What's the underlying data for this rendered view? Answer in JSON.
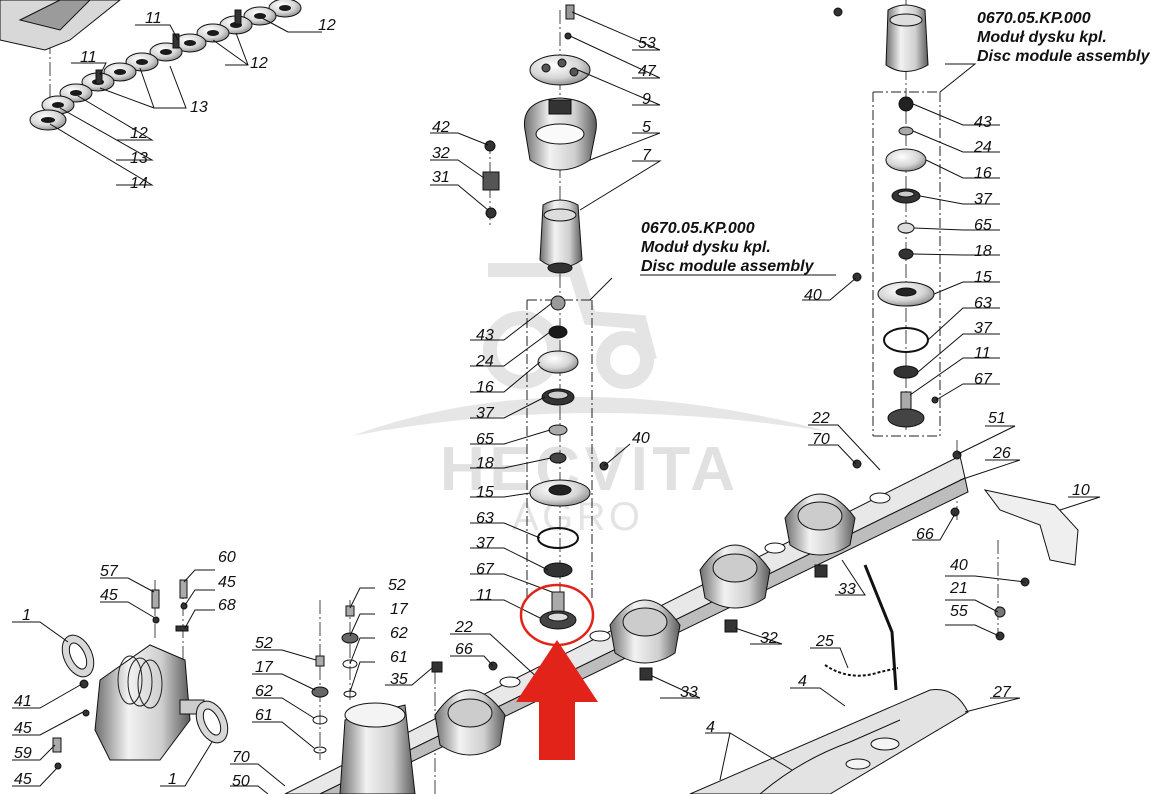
{
  "watermark": {
    "brand_line_1": "HECVITA",
    "brand_line_2": "AGRO",
    "color": "#c9c9c9"
  },
  "captions": {
    "center": [
      "0670.05.KP.000",
      "Moduł dysku kpl.",
      "Disc module assembly"
    ],
    "right": [
      "0670.05.KP.000",
      "Moduł dysku kpl.",
      "Disc module assembly"
    ]
  },
  "highlight": {
    "color": "#e2231a",
    "circled_part": "11"
  },
  "part_labels": [
    {
      "id": "L1",
      "text": "11"
    },
    {
      "id": "L2",
      "text": "12"
    },
    {
      "id": "L3",
      "text": "11"
    },
    {
      "id": "L4",
      "text": "12"
    },
    {
      "id": "L5",
      "text": "13"
    },
    {
      "id": "L6",
      "text": "12"
    },
    {
      "id": "L7",
      "text": "13"
    },
    {
      "id": "L8",
      "text": "14"
    },
    {
      "id": "L9",
      "text": "53"
    },
    {
      "id": "L10",
      "text": "47"
    },
    {
      "id": "L11",
      "text": "9"
    },
    {
      "id": "L12",
      "text": "5"
    },
    {
      "id": "L13",
      "text": "7"
    },
    {
      "id": "L14",
      "text": "42"
    },
    {
      "id": "L15",
      "text": "32"
    },
    {
      "id": "L16",
      "text": "31"
    },
    {
      "id": "L17",
      "text": "43"
    },
    {
      "id": "L18",
      "text": "24"
    },
    {
      "id": "L19",
      "text": "16"
    },
    {
      "id": "L20",
      "text": "37"
    },
    {
      "id": "L21",
      "text": "65"
    },
    {
      "id": "L22",
      "text": "18"
    },
    {
      "id": "L23",
      "text": "15"
    },
    {
      "id": "L24",
      "text": "63"
    },
    {
      "id": "L25",
      "text": "37"
    },
    {
      "id": "L26",
      "text": "67"
    },
    {
      "id": "L27",
      "text": "11"
    },
    {
      "id": "L28",
      "text": "22"
    },
    {
      "id": "L29",
      "text": "66"
    },
    {
      "id": "L30",
      "text": "40"
    },
    {
      "id": "L31",
      "text": "43"
    },
    {
      "id": "L32",
      "text": "24"
    },
    {
      "id": "L33",
      "text": "16"
    },
    {
      "id": "L34",
      "text": "37"
    },
    {
      "id": "L35",
      "text": "65"
    },
    {
      "id": "L36",
      "text": "18"
    },
    {
      "id": "L37",
      "text": "15"
    },
    {
      "id": "L38",
      "text": "63"
    },
    {
      "id": "L39",
      "text": "37"
    },
    {
      "id": "L40",
      "text": "11"
    },
    {
      "id": "L41",
      "text": "67"
    },
    {
      "id": "L42",
      "text": "40"
    },
    {
      "id": "L43",
      "text": "22"
    },
    {
      "id": "L44",
      "text": "70"
    },
    {
      "id": "L45",
      "text": "51"
    },
    {
      "id": "L46",
      "text": "26"
    },
    {
      "id": "L47",
      "text": "10"
    },
    {
      "id": "L48",
      "text": "66"
    },
    {
      "id": "L49",
      "text": "40"
    },
    {
      "id": "L50",
      "text": "21"
    },
    {
      "id": "L51",
      "text": "55"
    },
    {
      "id": "L52",
      "text": "33"
    },
    {
      "id": "L53",
      "text": "32"
    },
    {
      "id": "L54",
      "text": "25"
    },
    {
      "id": "L55",
      "text": "33"
    },
    {
      "id": "L56",
      "text": "4"
    },
    {
      "id": "L57",
      "text": "27"
    },
    {
      "id": "L58",
      "text": "4"
    },
    {
      "id": "L59",
      "text": "57"
    },
    {
      "id": "L60",
      "text": "60"
    },
    {
      "id": "L61",
      "text": "45"
    },
    {
      "id": "L62",
      "text": "45"
    },
    {
      "id": "L63",
      "text": "68"
    },
    {
      "id": "L64",
      "text": "1"
    },
    {
      "id": "L65",
      "text": "52"
    },
    {
      "id": "L66",
      "text": "17"
    },
    {
      "id": "L67",
      "text": "62"
    },
    {
      "id": "L68",
      "text": "61"
    },
    {
      "id": "L69",
      "text": "52"
    },
    {
      "id": "L70",
      "text": "17"
    },
    {
      "id": "L71",
      "text": "62"
    },
    {
      "id": "L72",
      "text": "61"
    },
    {
      "id": "L73",
      "text": "35"
    },
    {
      "id": "L74",
      "text": "41"
    },
    {
      "id": "L75",
      "text": "45"
    },
    {
      "id": "L76",
      "text": "59"
    },
    {
      "id": "L77",
      "text": "45"
    },
    {
      "id": "L78",
      "text": "1"
    },
    {
      "id": "L79",
      "text": "70"
    },
    {
      "id": "L80",
      "text": "50"
    }
  ]
}
